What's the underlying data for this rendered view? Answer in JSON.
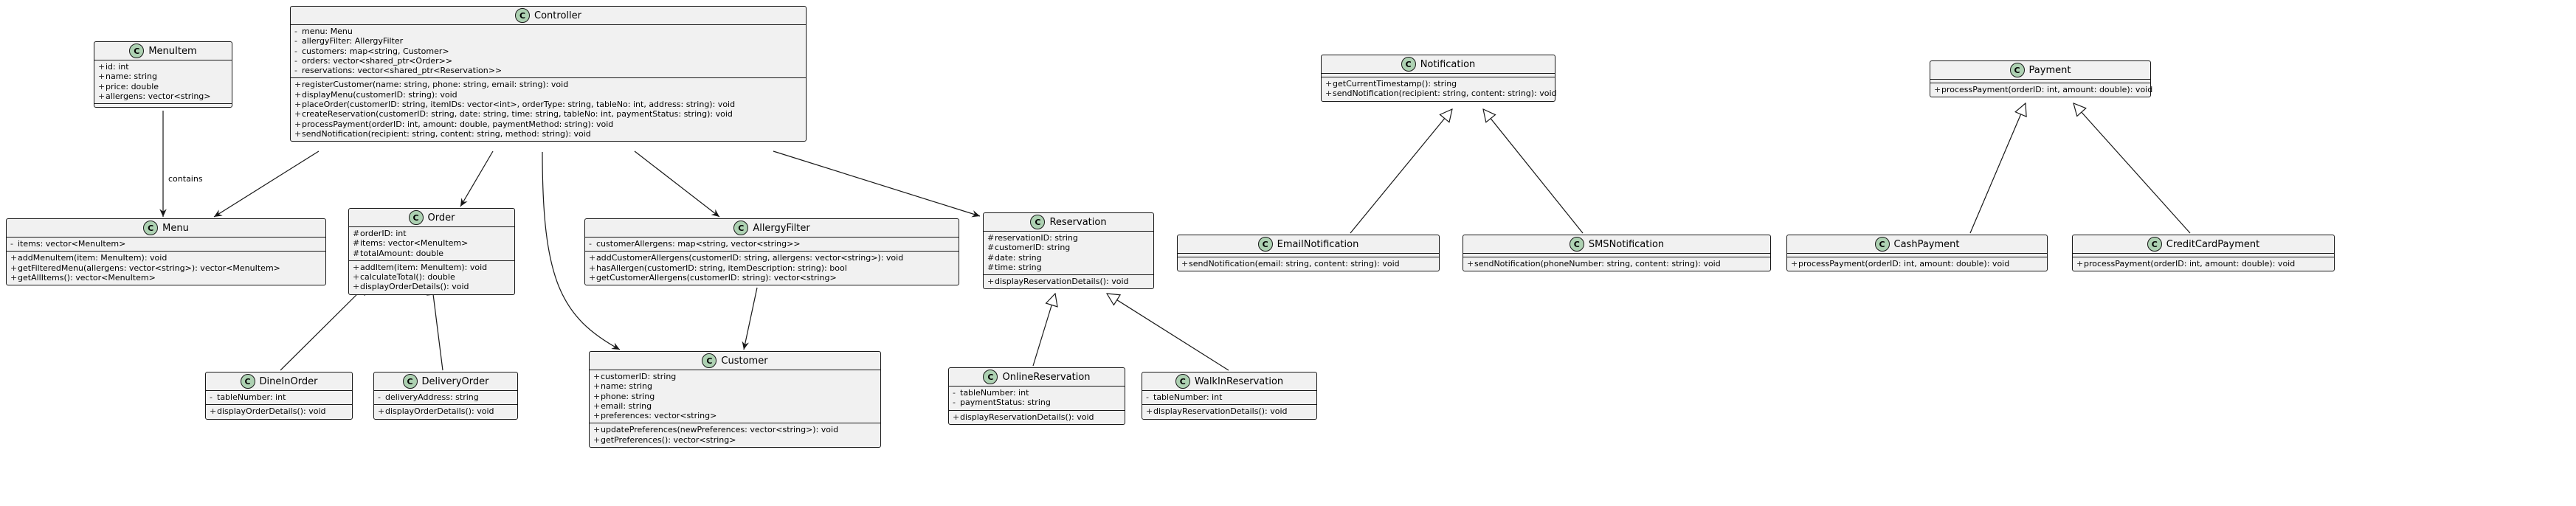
{
  "classes": {
    "menuitem": {
      "name": "MenuItem",
      "attributes": [
        "id: int",
        "name: string",
        "price: double",
        "allergens: vector<string>"
      ],
      "attr_vis": [
        "+",
        "+",
        "+",
        "+"
      ],
      "methods": [],
      "method_vis": []
    },
    "controller": {
      "name": "Controller",
      "attributes": [
        "menu: Menu",
        "allergyFilter: AllergyFilter",
        "customers: map<string, Customer>",
        "orders: vector<shared_ptr<Order>>",
        "reservations: vector<shared_ptr<Reservation>>"
      ],
      "attr_vis": [
        "-",
        "-",
        "-",
        "-",
        "-"
      ],
      "methods": [
        "registerCustomer(name: string, phone: string, email: string): void",
        "displayMenu(customerID: string): void",
        "placeOrder(customerID: string, itemIDs: vector<int>, orderType: string, tableNo: int, address: string): void",
        "createReservation(customerID: string, date: string, time: string, tableNo: int, paymentStatus: string): void",
        "processPayment(orderID: int, amount: double, paymentMethod: string): void",
        "sendNotification(recipient: string, content: string, method: string): void"
      ],
      "method_vis": [
        "+",
        "+",
        "+",
        "+",
        "+",
        "+"
      ]
    },
    "notification": {
      "name": "Notification",
      "attributes": [],
      "attr_vis": [],
      "methods": [
        "getCurrentTimestamp(): string",
        "sendNotification(recipient: string, content: string): void"
      ],
      "method_vis": [
        "+",
        "+"
      ]
    },
    "payment": {
      "name": "Payment",
      "attributes": [],
      "attr_vis": [],
      "methods": [
        "processPayment(orderID: int, amount: double): void"
      ],
      "method_vis": [
        "+"
      ]
    },
    "menu": {
      "name": "Menu",
      "attributes": [
        "items: vector<MenuItem>"
      ],
      "attr_vis": [
        "-"
      ],
      "methods": [
        "addMenuItem(item: MenuItem): void",
        "getFilteredMenu(allergens: vector<string>): vector<MenuItem>",
        "getAllItems(): vector<MenuItem>"
      ],
      "method_vis": [
        "+",
        "+",
        "+"
      ]
    },
    "order": {
      "name": "Order",
      "attributes": [
        "orderID: int",
        "items: vector<MenuItem>",
        "totalAmount: double"
      ],
      "attr_vis": [
        "#",
        "#",
        "#"
      ],
      "methods": [
        "addItem(item: MenuItem): void",
        "calculateTotal(): double",
        "displayOrderDetails(): void"
      ],
      "method_vis": [
        "+",
        "+",
        "+"
      ]
    },
    "allergyfilter": {
      "name": "AllergyFilter",
      "attributes": [
        "customerAllergens: map<string, vector<string>>"
      ],
      "attr_vis": [
        "-"
      ],
      "methods": [
        "addCustomerAllergens(customerID: string, allergens: vector<string>): void",
        "hasAllergen(customerID: string, itemDescription: string): bool",
        "getCustomerAllergens(customerID: string): vector<string>"
      ],
      "method_vis": [
        "+",
        "+",
        "+"
      ]
    },
    "reservation": {
      "name": "Reservation",
      "attributes": [
        "reservationID: string",
        "customerID: string",
        "date: string",
        "time: string"
      ],
      "attr_vis": [
        "#",
        "#",
        "#",
        "#"
      ],
      "methods": [
        "displayReservationDetails(): void"
      ],
      "method_vis": [
        "+"
      ]
    },
    "emailnotification": {
      "name": "EmailNotification",
      "attributes": [],
      "attr_vis": [],
      "methods": [
        "sendNotification(email: string, content: string): void"
      ],
      "method_vis": [
        "+"
      ]
    },
    "smsnotification": {
      "name": "SMSNotification",
      "attributes": [],
      "attr_vis": [],
      "methods": [
        "sendNotification(phoneNumber: string, content: string): void"
      ],
      "method_vis": [
        "+"
      ]
    },
    "cashpayment": {
      "name": "CashPayment",
      "attributes": [],
      "attr_vis": [],
      "methods": [
        "processPayment(orderID: int, amount: double): void"
      ],
      "method_vis": [
        "+"
      ]
    },
    "creditcardpayment": {
      "name": "CreditCardPayment",
      "attributes": [],
      "attr_vis": [],
      "methods": [
        "processPayment(orderID: int, amount: double): void"
      ],
      "method_vis": [
        "+"
      ]
    },
    "dineinorder": {
      "name": "DineInOrder",
      "attributes": [
        "tableNumber: int"
      ],
      "attr_vis": [
        "-"
      ],
      "methods": [
        "displayOrderDetails(): void"
      ],
      "method_vis": [
        "+"
      ]
    },
    "deliveryorder": {
      "name": "DeliveryOrder",
      "attributes": [
        "deliveryAddress: string"
      ],
      "attr_vis": [
        "-"
      ],
      "methods": [
        "displayOrderDetails(): void"
      ],
      "method_vis": [
        "+"
      ]
    },
    "customer": {
      "name": "Customer",
      "attributes": [
        "customerID: string",
        "name: string",
        "phone: string",
        "email: string",
        "preferences: vector<string>"
      ],
      "attr_vis": [
        "+",
        "+",
        "+",
        "+",
        "+"
      ],
      "methods": [
        "updatePreferences(newPreferences: vector<string>): void",
        "getPreferences(): vector<string>"
      ],
      "method_vis": [
        "+",
        "+"
      ]
    },
    "onlinereservation": {
      "name": "OnlineReservation",
      "attributes": [
        "tableNumber: int",
        "paymentStatus: string"
      ],
      "attr_vis": [
        "-",
        "-"
      ],
      "methods": [
        "displayReservationDetails(): void"
      ],
      "method_vis": [
        "+"
      ]
    },
    "walkinreservation": {
      "name": "WalkInReservation",
      "attributes": [
        "tableNumber: int"
      ],
      "attr_vis": [
        "-"
      ],
      "methods": [
        "displayReservationDetails(): void"
      ],
      "method_vis": [
        "+"
      ]
    }
  },
  "relations": [
    {
      "from": "menuitem",
      "to": "menu",
      "type": "association",
      "label": "contains"
    },
    {
      "from": "controller",
      "to": "menu",
      "type": "association",
      "label": ""
    },
    {
      "from": "controller",
      "to": "order",
      "type": "association",
      "label": ""
    },
    {
      "from": "controller",
      "to": "allergyfilter",
      "type": "association",
      "label": ""
    },
    {
      "from": "controller",
      "to": "reservation",
      "type": "association",
      "label": ""
    },
    {
      "from": "controller",
      "to": "customer",
      "type": "association",
      "label": ""
    },
    {
      "from": "allergyfilter",
      "to": "customer",
      "type": "association",
      "label": ""
    },
    {
      "from": "dineinorder",
      "to": "order",
      "type": "inheritance",
      "label": ""
    },
    {
      "from": "deliveryorder",
      "to": "order",
      "type": "inheritance",
      "label": ""
    },
    {
      "from": "onlinereservation",
      "to": "reservation",
      "type": "inheritance",
      "label": ""
    },
    {
      "from": "walkinreservation",
      "to": "reservation",
      "type": "inheritance",
      "label": ""
    },
    {
      "from": "emailnotification",
      "to": "notification",
      "type": "inheritance",
      "label": ""
    },
    {
      "from": "smsnotification",
      "to": "notification",
      "type": "inheritance",
      "label": ""
    },
    {
      "from": "cashpayment",
      "to": "payment",
      "type": "inheritance",
      "label": ""
    },
    {
      "from": "creditcardpayment",
      "to": "payment",
      "type": "inheritance",
      "label": ""
    }
  ],
  "colors": {
    "class_fill": "#f1f1f1",
    "border": "#181818",
    "class_icon": "#ADD1B2",
    "line": "#181818"
  },
  "icons": {
    "class_badge": "class-c-icon"
  }
}
